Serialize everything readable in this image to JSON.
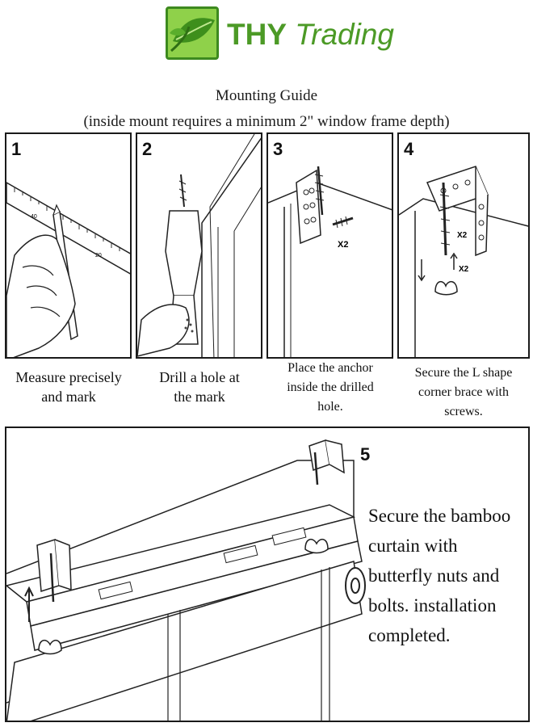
{
  "brand": {
    "name_bold": "THY",
    "name_rest": " Trading",
    "colors": {
      "primary": "#4c9a26",
      "leaf": "#3e8f1c",
      "box": "#8fd14a"
    }
  },
  "guide": {
    "title": "Mounting Guide",
    "subtitle": "(inside mount requires a minimum 2\" window frame depth)"
  },
  "steps": [
    {
      "number": "1",
      "caption_lines": [
        "Measure precisely",
        "and mark"
      ],
      "illustration": "pencil-marking-ruler"
    },
    {
      "number": "2",
      "caption_lines": [
        "Drill a hole at",
        "the mark"
      ],
      "illustration": "drill-into-frame"
    },
    {
      "number": "3",
      "caption_lines": [
        "Place the anchor",
        "inside the drilled",
        "hole."
      ],
      "illustration": "anchor-and-bracket",
      "callout": "X2"
    },
    {
      "number": "4",
      "caption_lines": [
        "Secure the L shape",
        "corner brace with",
        "screws."
      ],
      "illustration": "l-brace-with-nut",
      "callouts": [
        "X2",
        "X2"
      ]
    },
    {
      "number": "5",
      "caption_lines": [
        "Secure the bamboo",
        "curtain with",
        "butterfly nuts and",
        "bolts. installation",
        "completed."
      ],
      "illustration": "rolled-curtain-mounted"
    }
  ],
  "ruler_marks": [
    "40",
    "20"
  ]
}
